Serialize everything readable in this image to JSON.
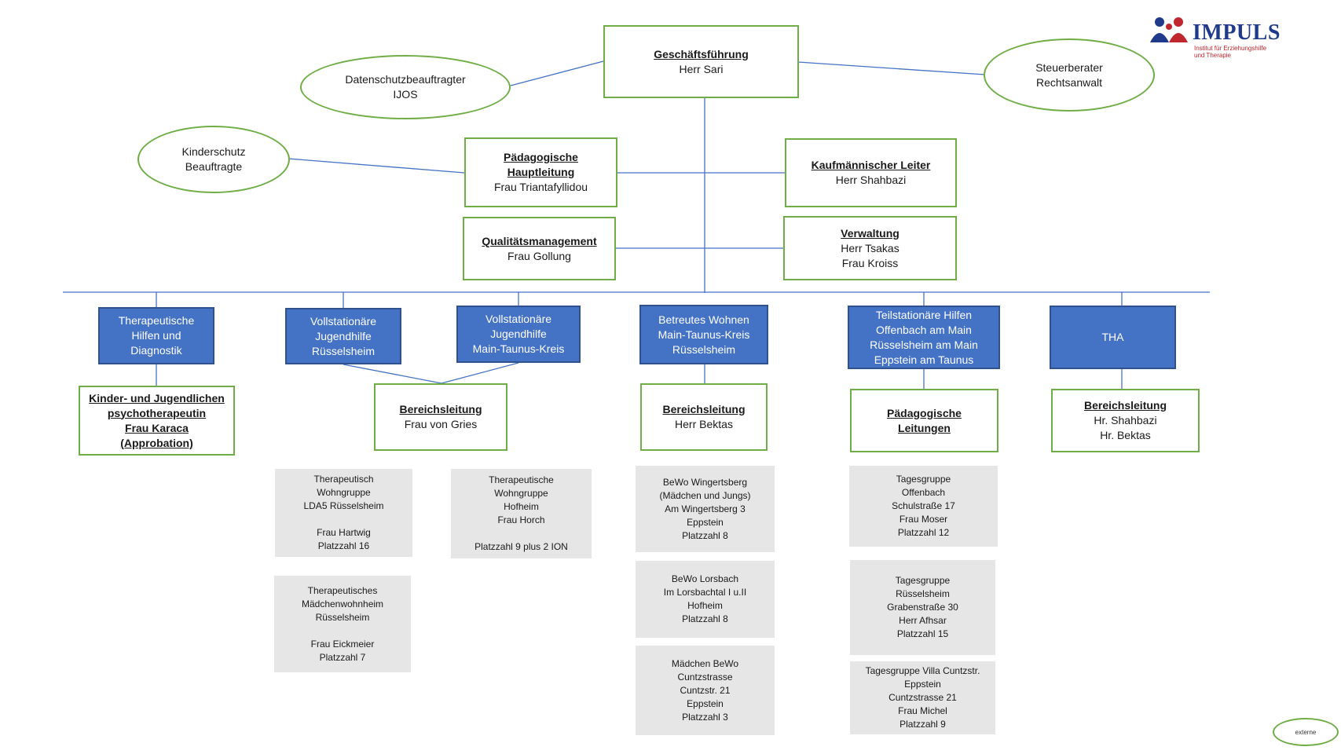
{
  "logo": {
    "name": "IMPULS",
    "subtitle": "Institut für Erziehungshilfe\nund Therapie"
  },
  "top": {
    "title": "Geschäftsführung",
    "person": "Herr Sari"
  },
  "ovals": {
    "datenschutz": "Datenschutzbeauftragter\nIJOS",
    "steuer": "Steuerberater\nRechtsanwalt",
    "kinderschutz": "Kinderschutz\nBeauftragte"
  },
  "leadership": {
    "paed": {
      "title": "Pädagogische\nHauptleitung",
      "person": "Frau Triantafyllidou"
    },
    "kaufm": {
      "title": "Kaufmännischer Leiter",
      "person": "Herr Shahbazi"
    },
    "qm": {
      "title": "Qualitätsmanagement",
      "person": "Frau Gollung"
    },
    "verw": {
      "title": "Verwaltung",
      "person": "Herr Tsakas\nFrau Kroiss"
    }
  },
  "departments": {
    "thd": "Therapeutische\nHilfen und\nDiagnostik",
    "vjr": "Vollstationäre\nJugendhilfe\nRüsselsheim",
    "vjm": "Vollstationäre\nJugendhilfe\nMain-Taunus-Kreis",
    "bw": "Betreutes Wohnen\nMain-Taunus-Kreis\nRüsselsheim",
    "ts": "Teilstationäre Hilfen\nOffenbach am Main\nRüsselsheim am Main\nEppstein am Taunus",
    "tha": "THA"
  },
  "heads": {
    "kjp": {
      "title": "Kinder- und Jugendlichen\npsychotherapeutin\nFrau Karaca\n(Approbation)",
      "person": ""
    },
    "bl1": {
      "title": "Bereichsleitung",
      "person": "Frau von Gries"
    },
    "bl2": {
      "title": "Bereichsleitung",
      "person": "Herr Bektas"
    },
    "pl": {
      "title": "Pädagogische\nLeitungen",
      "person": ""
    },
    "bl3": {
      "title": "Bereichsleitung",
      "person": "Hr. Shahbazi\nHr. Bektas"
    }
  },
  "units": {
    "twg_lda5": "Therapeutisch\nWohngruppe\nLDA5 Rüsselsheim\n\nFrau Hartwig\nPlatzzahl 16",
    "tmw": "Therapeutisches\nMädchenwohnheim\nRüsselsheim\n\nFrau Eickmeier\nPlatzzahl 7",
    "twg_hofheim": "Therapeutische\nWohngruppe\nHofheim\nFrau Horch\n\nPlatzzahl 9 plus 2 ION",
    "bewo_wing": "BeWo Wingertsberg\n(Mädchen und Jungs)\nAm Wingertsberg 3\nEppstein\nPlatzzahl 8",
    "bewo_lors": "BeWo Lorsbach\nIm Lorsbachtal I u.II\nHofheim\nPlatzzahl 8",
    "bewo_cuntz": "Mädchen BeWo\nCuntzstrasse\nCuntzstr. 21\nEppstein\nPlatzzahl 3",
    "tg_offenbach": "Tagesgruppe\nOffenbach\nSchulstraße 17\nFrau Moser\nPlatzzahl 12",
    "tg_ruesselsheim": "Tagesgruppe\nRüsselsheim\nGrabenstraße 30\nHerr Afhsar\nPlatzzahl 15",
    "tg_villa": "Tagesgruppe Villa Cuntzstr.\nEppstein\nCuntzstrasse 21\nFrau Michel\nPlatzzahl 9"
  },
  "legend": "externe"
}
